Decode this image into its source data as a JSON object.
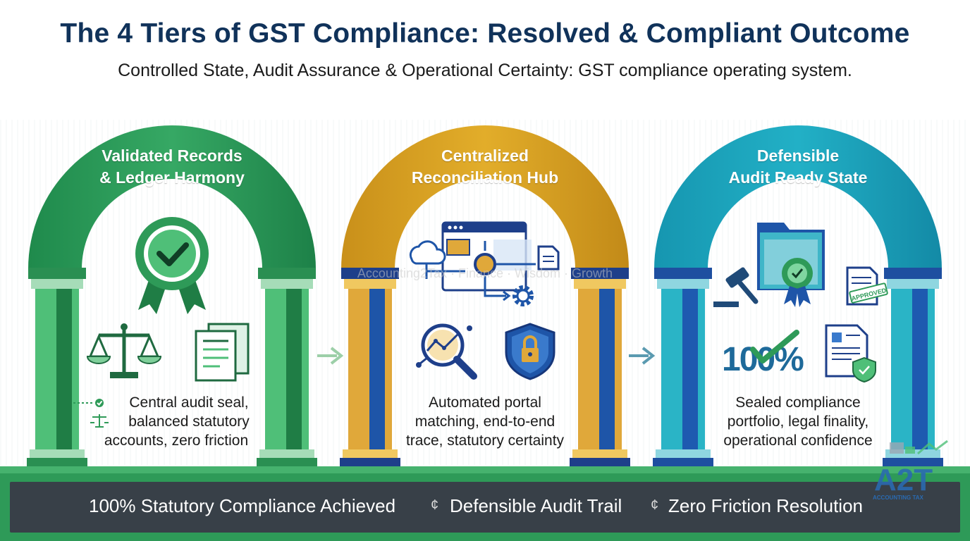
{
  "header": {
    "title": "The 4 Tiers of GST Compliance: Resolved & Compliant Outcome",
    "subtitle": "Controlled State, Audit Assurance & Operational Certainty: GST compliance operating system."
  },
  "colors": {
    "title": "#10325a",
    "green": "#2e9a58",
    "gold": "#d9a21b",
    "teal": "#1aa0b8",
    "blue": "#1e55a8",
    "banner": "#384048"
  },
  "arches": [
    {
      "title_line1": "Validated Records",
      "title_line2": "& Ledger Harmony",
      "desc_line1": "Central audit seal,",
      "desc_line2": "balanced statutory",
      "desc_line3": "accounts, zero friction",
      "icons": [
        "award-seal-icon",
        "balance-scale-icon",
        "ledger-document-icon"
      ]
    },
    {
      "title_line1": "Centralized",
      "title_line2": "Reconciliation Hub",
      "desc_line1": "Automated portal",
      "desc_line2": "matching, end-to-end",
      "desc_line3": "trace, statutory certainty",
      "icons": [
        "dashboard-hub-icon",
        "magnifier-chart-icon",
        "shield-lock-icon"
      ]
    },
    {
      "title_line1": "Defensible",
      "title_line2": "Audit Ready State",
      "desc_line1": "Sealed compliance",
      "desc_line2": "portfolio, legal finality,",
      "desc_line3": "operational confidence",
      "icons": [
        "gavel-icon",
        "folder-seal-icon",
        "approved-stamp-icon",
        "hundred-percent-icon",
        "certified-document-icon"
      ],
      "stamp_text": "APPROVED",
      "percent_text": "100%"
    }
  ],
  "watermark": "Accounting2Tax · Finance · Wisdom · Growth",
  "banner": {
    "items": [
      "100% Statutory Compliance Achieved",
      "Defensible Audit Trail",
      "Zero Friction Resolution"
    ]
  },
  "logo": {
    "letters": "A2T",
    "caption": "ACCOUNTING TAX"
  }
}
